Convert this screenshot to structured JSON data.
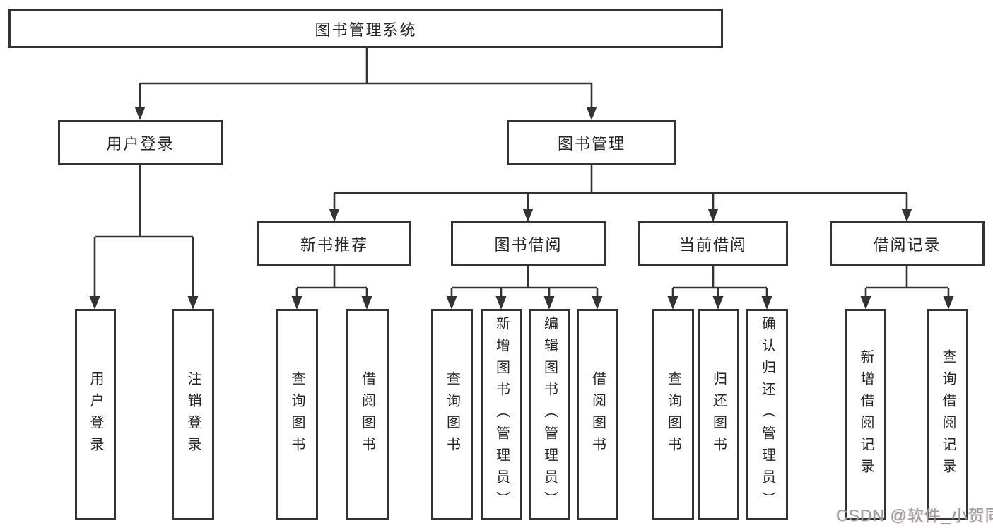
{
  "title": "图书管理系统",
  "watermark": "CSDN @软件_小贺同学",
  "colors": {
    "line": "#333333",
    "box_border": "#333333",
    "text": "#262626",
    "background": "#ffffff",
    "watermark": "#9c9c9c"
  },
  "nodes": {
    "root": "图书管理系统",
    "branches": [
      {
        "label": "用户登录"
      },
      {
        "label": "图书管理"
      }
    ],
    "modules": [
      {
        "label": "新书推荐"
      },
      {
        "label": "图书借阅"
      },
      {
        "label": "当前借阅"
      },
      {
        "label": "借阅记录"
      }
    ],
    "leaves": [
      {
        "label": "用户登录"
      },
      {
        "label": "注销登录"
      },
      {
        "label": "查询图书"
      },
      {
        "label": "借阅图书"
      },
      {
        "label": "查询图书"
      },
      {
        "label": "新增图书（管理员）"
      },
      {
        "label": "编辑图书（管理员）"
      },
      {
        "label": "借阅图书"
      },
      {
        "label": "查询图书"
      },
      {
        "label": "归还图书"
      },
      {
        "label": "确认归还（管理员）"
      },
      {
        "label": "新增借阅记录"
      },
      {
        "label": "查询借阅记录"
      }
    ]
  }
}
